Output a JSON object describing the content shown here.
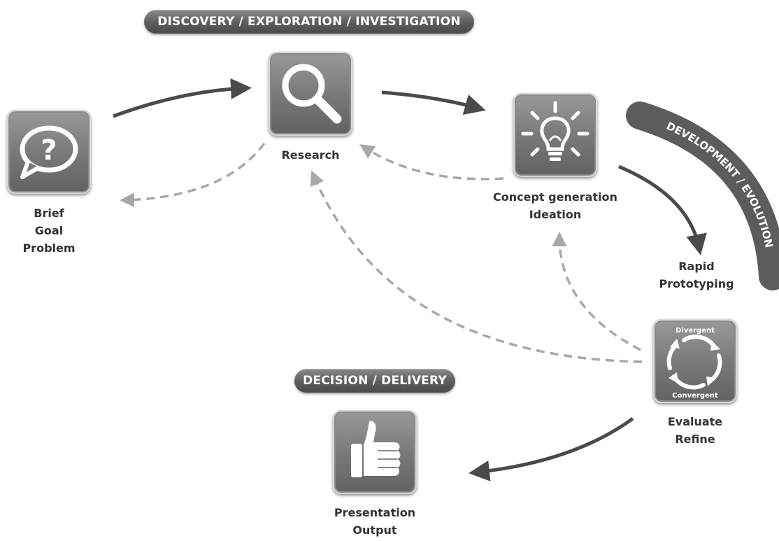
{
  "phases": {
    "discovery": "DISCOVERY / EXPLORATION / INVESTIGATION",
    "development": "DEVELOPMENT / EVOLUTION",
    "decision": "DECISION / DELIVERY"
  },
  "nodes": {
    "brief": {
      "lines": [
        "Brief",
        "Goal",
        "Problem"
      ],
      "icon": "question-speech-bubble-icon"
    },
    "research": {
      "lines": [
        "Research"
      ],
      "icon": "magnifying-glass-icon"
    },
    "concept": {
      "lines": [
        "Concept generation",
        "Ideation"
      ],
      "icon": "lightbulb-icon"
    },
    "prototype_heading": {
      "lines": [
        "Rapid",
        "Prototyping"
      ]
    },
    "evaluate": {
      "lines": [
        "Evaluate",
        "Refine"
      ],
      "icon": "cycle-arrows-icon",
      "cycle_top": "Divergent",
      "cycle_bottom": "Convergent"
    },
    "presentation": {
      "lines": [
        "Presentation",
        "Output"
      ],
      "icon": "thumbs-up-icon"
    }
  },
  "colors": {
    "pill": "#5c5c5c",
    "solid_arrow": "#4a4a4a",
    "dashed_arrow": "#a8a8a8",
    "text": "#333333"
  }
}
